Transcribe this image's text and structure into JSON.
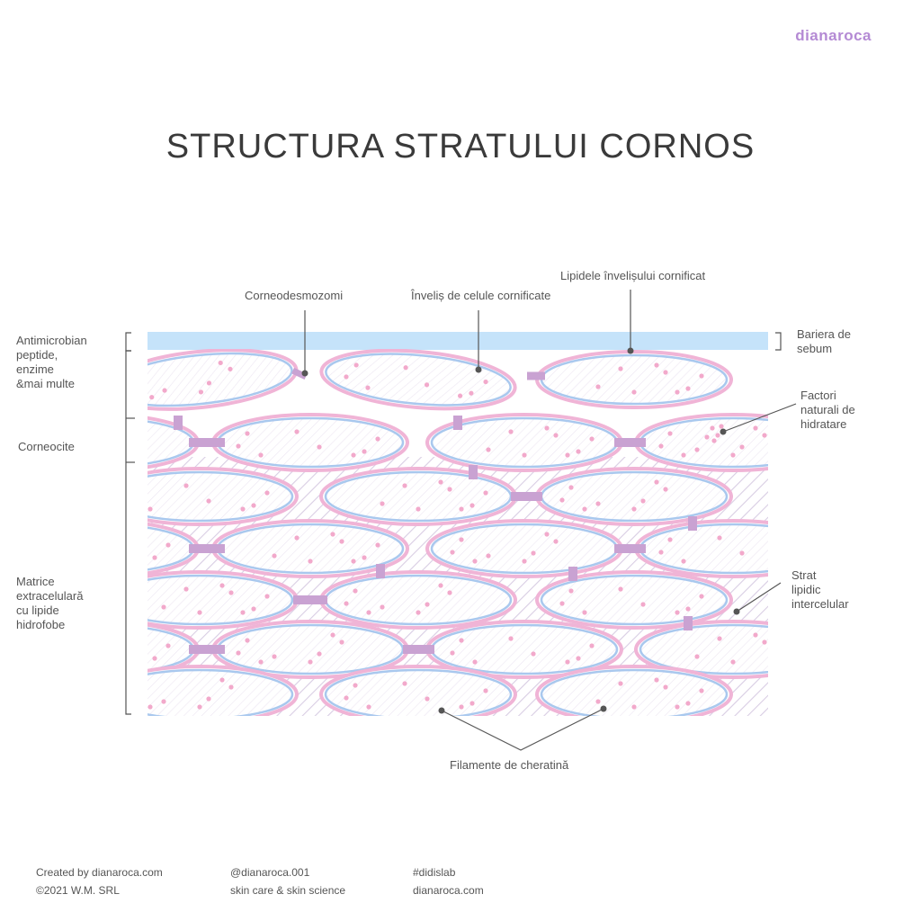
{
  "brand": "dianaroca",
  "title": "STRUCTURA STRATULUI CORNOS",
  "labels": {
    "corneodesmozomi": "Corneodesmozomi",
    "invelis": "Înveliș de celule cornificate",
    "lipidele": "Lipidele învelișului cornificat",
    "bariera": "Bariera de\nsebum",
    "antimicrobian": "Antimicrobian\npeptide,\nenzime\n&mai multe",
    "corneocite": "Corneocite",
    "matrice": "Matrice\nextracelulară\ncu lipide\nhidrofobe",
    "factori": "Factori\nnaturali de\nhidratare",
    "strat": "Strat\nlipidic\nintercelular",
    "filamente": "Filamente de cheratină"
  },
  "footer": {
    "created": "Created by dianaroca.com",
    "copyright": "©2021 W.M. SRL",
    "handle": "@dianaroca.001",
    "tagline": "skin care & skin science",
    "hashtag": "#didislab",
    "site": "dianaroca.com"
  },
  "colors": {
    "sebum": "#c5e3fa",
    "cell_outer": "#f0b4d6",
    "cell_inner": "#a9c8ee",
    "desmosome": "#c9a2d2",
    "dot": "#f2a9cb",
    "hatch": "#d8cde3",
    "leader": "#555555",
    "brand": "#b48ad4"
  }
}
